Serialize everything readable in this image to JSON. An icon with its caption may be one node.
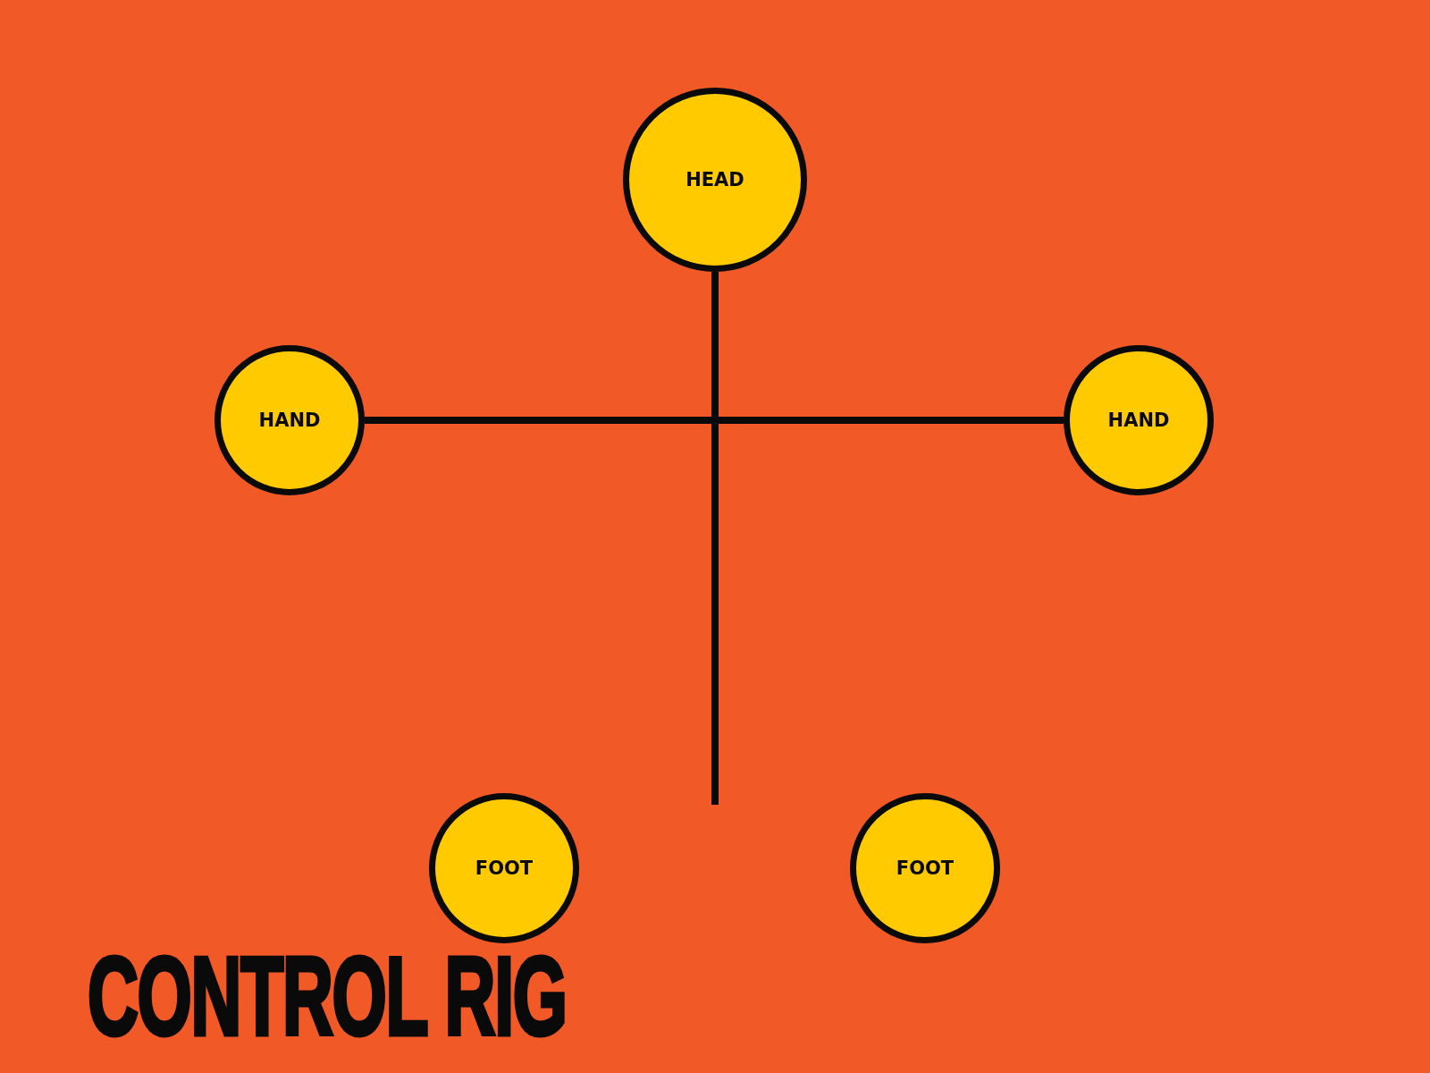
{
  "diagram": {
    "title": "CONTROL RIG",
    "nodes": [
      {
        "text": [
          "HEAD"
        ]
      },
      {
        "text": [
          "HAND"
        ]
      },
      {
        "text": [
          "HAND"
        ]
      },
      {
        "text": [
          "FOOT"
        ]
      },
      {
        "text": [
          "FOOT"
        ]
      }
    ],
    "edges": [
      {
        "from": 1,
        "to": 2,
        "arrow": "none"
      },
      {
        "from": 0,
        "to": null,
        "arrow": "none"
      }
    ]
  }
}
